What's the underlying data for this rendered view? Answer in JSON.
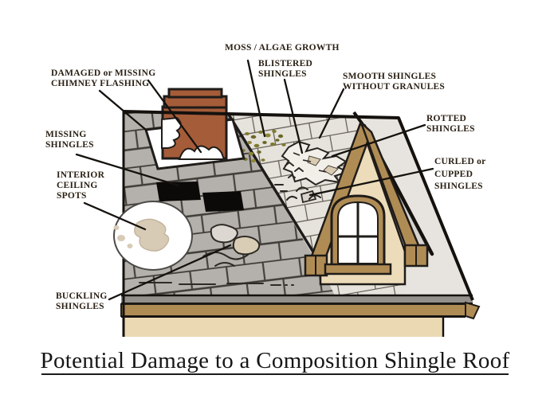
{
  "title": {
    "text": "Potential Damage to a Composition Shingle Roof"
  },
  "labels": {
    "chimney_flashing": "DAMAGED or MISSING\nCHIMNEY FLASHING",
    "missing_shingles": "MISSING\nSHINGLES",
    "interior_ceiling_spots": "INTERIOR\nCEILING\nSPOTS",
    "buckling_shingles": "BUCKLING\nSHINGLES",
    "moss_algae_growth": "MOSS / ALGAE GROWTH",
    "blistered_shingles": "BLISTERED\nSHINGLES",
    "smooth_shingles": "SMOOTH SHINGLES\nWITHOUT GRANULES",
    "rotted_shingles": "ROTTED\nSHINGLES",
    "curled_cupped_shingles": "CURLED or\nCUPPED\nSHINGLES"
  },
  "colors": {
    "chimney_brick": "#A55C39",
    "trim_brown": "#B08C55",
    "wall_tan": "#EBD9B4",
    "gable_tan": "#EDDCBA",
    "shingle_gray": "#B4B1AC",
    "shingle_light": "#E7E4DF",
    "moss_olive": "#7E7A30",
    "outline_dark": "#1F1C19",
    "stain_tan": "#D8CBB6"
  }
}
